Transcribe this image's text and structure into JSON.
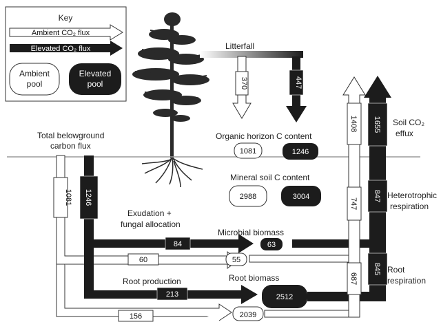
{
  "key": {
    "title": "Key",
    "ambient_flux": "Ambient CO₂ flux",
    "elevated_flux": "Elevated CO₂ flux",
    "ambient_pool": [
      "Ambient",
      "pool"
    ],
    "elevated_pool": [
      "Elevated",
      "pool"
    ]
  },
  "labels": {
    "litterfall": "Litterfall",
    "total_belowground": [
      "Total belowground",
      "carbon flux"
    ],
    "organic_horizon": "Organic horizon C content",
    "mineral_soil": "Mineral soil C content",
    "exudation": [
      "Exudation +",
      "fungal allocation"
    ],
    "microbial_biomass": "Microbial biomass",
    "root_production": "Root production",
    "root_biomass": "Root biomass",
    "soil_co2": [
      "Soil CO₂",
      "effux"
    ],
    "heterotrophic": [
      "Heterotrophic",
      "respiration"
    ],
    "root_respiration": [
      "Root",
      "respiration"
    ]
  },
  "values": {
    "litterfall_ambient": "370",
    "litterfall_elevated": "447",
    "organic_ambient": "1081",
    "organic_elevated": "1246",
    "mineral_ambient": "2988",
    "mineral_elevated": "3004",
    "tbcf_ambient": "1081",
    "tbcf_elevated": "1246",
    "exudation_elevated": "84",
    "exudation_ambient": "60",
    "microbial_elevated": "63",
    "microbial_ambient": "55",
    "root_prod_elevated": "213",
    "root_prod_ambient": "156",
    "root_biomass_elevated": "2512",
    "root_biomass_ambient": "2039",
    "soil_efflux_ambient": "1408",
    "soil_efflux_elevated": "1655",
    "hetero_ambient": "747",
    "hetero_elevated": "847",
    "root_resp_ambient": "687",
    "root_resp_elevated": "845"
  },
  "colors": {
    "elevated": "#1c1c1c",
    "ambient": "#ffffff",
    "outline": "#333333",
    "ground": "#9a9a9a",
    "tree": "#2a2a2a"
  }
}
